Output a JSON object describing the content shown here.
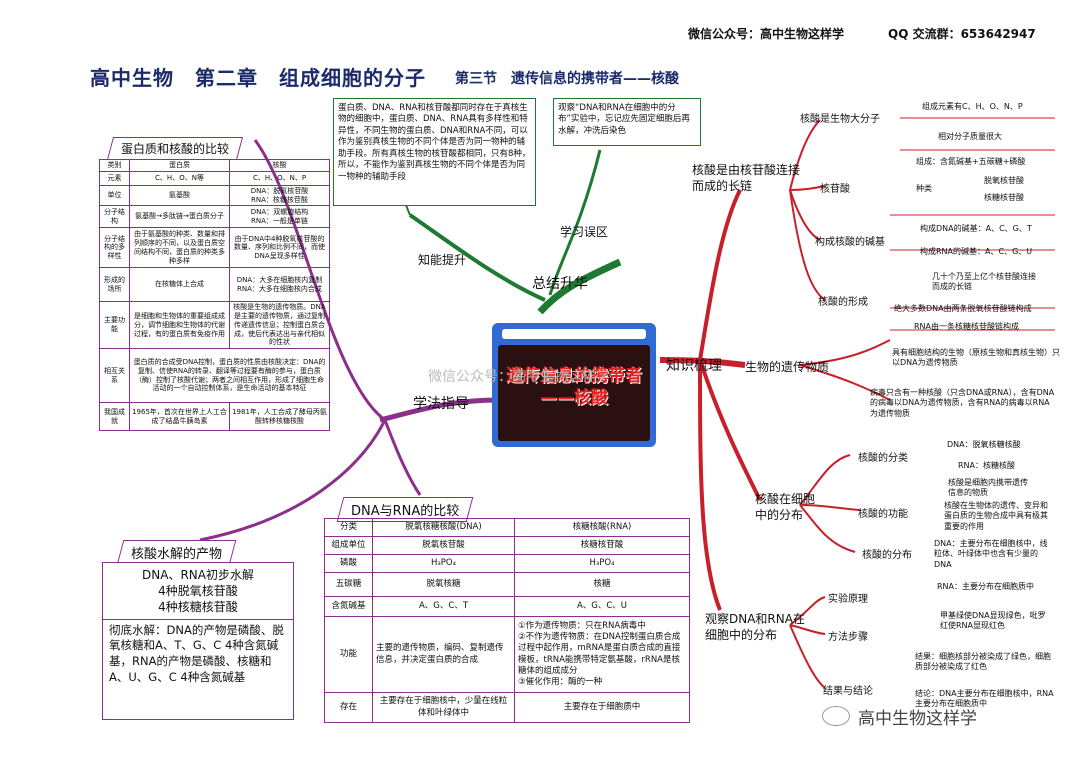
{
  "header": {
    "wechat": "微信公众号：高中生物这样学",
    "qq": "QQ 交流群：653642947"
  },
  "title": {
    "main": "高中生物　第二章　组成细胞的分子",
    "section": "第三节　遗传信息的携带者——核酸"
  },
  "center": {
    "card_title": "遗传信息的携带者——核酸",
    "summary": "总结升华",
    "knowledge": "知识梳理",
    "method": "学法指导"
  },
  "summary_branch": {
    "left_label": "知能提升",
    "right_label": "学习误区",
    "left_note": "蛋白质、DNA、RNA和核苷酸都同时存在于真核生物的细胞中，蛋白质、DNA、RNA具有多样性和特异性，不同生物的蛋白质、DNA和RNA不同，可以作为鉴别真核生物的不同个体是否为同一物种的辅助手段。所有真核生物的核苷酸都相同，只有8种，所以，不能作为鉴别真核生物的不同个体是否为同一物种的辅助手段",
    "right_note": "观察“DNA和RNA在细胞中的分布”实验中，忘记应先固定细胞后再水解，冲洗后染色"
  },
  "protein_compare": {
    "title": "蛋白质和核酸的比较",
    "headers": [
      "类别",
      "蛋白质",
      "核酸"
    ],
    "rows": [
      [
        "元素",
        "C、H、O、N等",
        "C、H、O、N、P"
      ],
      [
        "单位",
        "氨基酸",
        "DNA：脱氧核苷酸\nRNA：核糖核苷酸"
      ],
      [
        "分子结构",
        "氨基酸→多肽链→蛋白质分子",
        "DNA：双螺旋结构\nRNA：一般是单链"
      ],
      [
        "分子结构的多样性",
        "由于氨基酸的种类、数量和排列顺序的不同，以及蛋白质空间结构不同，蛋白质的种类多种多样",
        "由于DNA中4种脱氧核苷酸的数量、序列和比例不同，而使DNA呈现多样性"
      ],
      [
        "形成的场所",
        "在核糖体上合成",
        "DNA：大多在细胞核内复制\nRNA：大多在细胞核内合成"
      ],
      [
        "主要功能",
        "是细胞和生物体的重要组成成分，调节细胞和生物体的代谢过程，有的蛋白质有免疫作用",
        "核酸是生物的遗传物质。DNA是主要的遗传物质，通过复制传递遗传信息；控制蛋白质合成，使后代表达出与亲代相似的性状"
      ],
      [
        "相互关系",
        "蛋白质的合成受DNA控制，蛋白质的性质由核酸决定：DNA的复制、信使RNA的转录、翻译等过程要有酶的参与，蛋白质（酶）控制了核酸代谢；两者之间相互作用，形成了细胞生命活动的一个自动控制体系，是生命活动的基本特征",
        ""
      ],
      [
        "我国成就",
        "1965年，首次在世界上人工合成了结晶牛胰岛素",
        "1981年，人工合成了酵母丙氨酸转移核糖核酸"
      ]
    ]
  },
  "hydrolysis": {
    "title": "核酸水解的产物",
    "line1": "DNA、RNA初步水解",
    "line2": "4种脱氧核苷酸",
    "line3": "4种核糖核苷酸",
    "full": "彻底水解：DNA的产物是磷酸、脱氧核糖和A、T、G、C 4种含氮碱基，RNA的产物是磷酸、核糖和A、U、G、C 4种含氮碱基"
  },
  "dna_rna": {
    "title": "DNA与RNA的比较",
    "headers": [
      "分类",
      "脱氧核糖核酸(DNA)",
      "核糖核酸(RNA)"
    ],
    "rows": [
      [
        "组成单位",
        "脱氧核苷酸",
        "核糖核苷酸"
      ],
      [
        "磷酸",
        "H₃PO₄",
        "H₃PO₄"
      ],
      [
        "五碳糖",
        "脱氧核糖",
        "核糖"
      ],
      [
        "含氮碱基",
        "A、G、C、T",
        "A、G、C、U"
      ],
      [
        "功能",
        "主要的遗传物质，编码、复制遗传信息，并决定蛋白质的合成",
        "①作为遗传物质：只在RNA病毒中\n②不作为遗传物质：在DNA控制蛋白质合成过程中起作用，mRNA是蛋白质合成的直接模板，tRNA能携带特定氨基酸，rRNA是核糖体的组成成分\n③催化作用：酶的一种"
      ],
      [
        "存在",
        "主要存在于细胞核中，少量在线粒体和叶绿体中",
        "主要存在于细胞质中"
      ]
    ]
  },
  "right_tree": {
    "b1": "核酸是由核苷酸连接而成的长链",
    "b1a": "核酸是生物大分子",
    "b1a1": "组成元素有C、H、O、N、P",
    "b1a2": "相对分子质量很大",
    "b1b": "核苷酸",
    "b1b1": "组成：含氮碱基+五碳糖+磷酸",
    "b1b2": "种类",
    "b1b21": "脱氧核苷酸",
    "b1b22": "核糖核苷酸",
    "b1c": "构成核酸的碱基",
    "b1c1": "构成DNA的碱基：A、C、G、T",
    "b1c2": "构成RNA的碱基：A、C、G、U",
    "b1d": "核酸的形成",
    "b1d1": "几十个乃至上亿个核苷酸连接而成的长链",
    "b1d2": "绝大多数DNA由两条脱氧核苷酸链构成",
    "b1d3": "RNA由一条核糖核苷酸链构成",
    "b2": "生物的遗传物质",
    "b2a": "具有细胞结构的生物（原核生物和真核生物）只以DNA为遗传物质",
    "b2b": "病毒只含有一种核酸（只含DNA或RNA），含有DNA的病毒以DNA为遗传物质，含有RNA的病毒以RNA为遗传物质",
    "b3": "核酸在细胞中的分布",
    "b3a": "核酸的分类",
    "b3a1": "DNA：脱氧核糖核酸",
    "b3a2": "RNA：核糖核酸",
    "b3b": "核酸的功能",
    "b3b1": "核酸是细胞内携带遗传信息的物质",
    "b3b2": "核酸在生物体的遗传、变异和蛋白质的生物合成中具有极其重要的作用",
    "b3c": "核酸的分布",
    "b3c1": "DNA：主要分布在细胞核中，线粒体、叶绿体中也含有少量的DNA",
    "b3c2": "RNA：主要分布在细胞质中",
    "b4": "观察DNA和RNA在细胞中的分布",
    "b4a": "实验原理",
    "b4a1": "甲基绿使DNA显现绿色，吡罗红使RNA显现红色",
    "b4b": "方法步骤",
    "b4c": "结果与结论",
    "b4c1": "结果：细胞核部分被染成了绿色，细胞质部分被染成了红色",
    "b4c2": "结论：DNA主要分布在细胞核中，RNA主要分布在细胞质中"
  },
  "watermark": "高中生物这样学",
  "colors": {
    "red": "#c8202a",
    "purple": "#8b2f8b",
    "green": "#1e7a32",
    "navy": "#1b2a6b",
    "card": "#2f6bd2"
  }
}
